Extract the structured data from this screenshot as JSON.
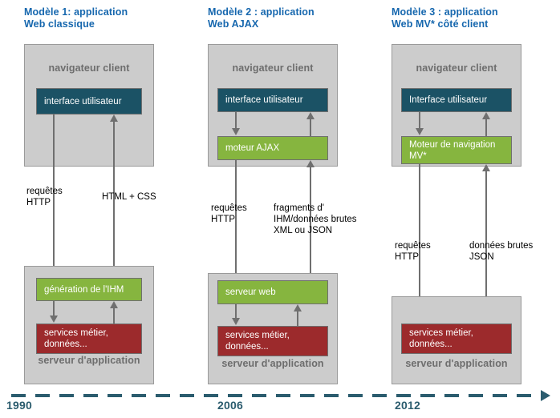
{
  "diagram": {
    "background_color": "#ffffff",
    "palette": {
      "title_blue": "#1667ae",
      "container_grey": "#cccccc",
      "container_label_grey": "#6d6d6d",
      "teal": "#1b5265",
      "green": "#86b53f",
      "red": "#9c2a2c",
      "connector_grey": "#6f6f6f",
      "timeline_teal": "#2b5c6e"
    }
  },
  "columns": [
    {
      "title": "Modèle 1: application\nWeb classique",
      "year": "1990",
      "client": {
        "label": "navigateur client",
        "components": [
          {
            "name": "interface utilisateur",
            "color": "teal"
          }
        ]
      },
      "server": {
        "label": "serveur d'application",
        "components": [
          {
            "name": "génération de l'IHM",
            "color": "green"
          },
          {
            "name": "services métier,\ndonnées...",
            "color": "red"
          }
        ]
      },
      "flows": [
        {
          "name": "requêtes\nHTTP",
          "direction": "down"
        },
        {
          "name": "HTML + CSS",
          "direction": "up"
        }
      ]
    },
    {
      "title": "Modèle 2 : application\nWeb AJAX",
      "year": "2006",
      "client": {
        "label": "navigateur client",
        "components": [
          {
            "name": "interface utilisateur",
            "color": "teal"
          },
          {
            "name": "moteur AJAX",
            "color": "green"
          }
        ]
      },
      "server": {
        "label": "serveur d'application",
        "components": [
          {
            "name": "serveur web",
            "color": "green"
          },
          {
            "name": "services métier,\ndonnées...",
            "color": "red"
          }
        ]
      },
      "flows": [
        {
          "name": "requêtes\nHTTP",
          "direction": "down"
        },
        {
          "name": "fragments d'\nIHM/données brutes\nXML ou JSON",
          "direction": "up"
        }
      ]
    },
    {
      "title": "Modèle 3 : application\nWeb MV* côté client",
      "year": "2012",
      "client": {
        "label": "navigateur client",
        "components": [
          {
            "name": "Interface utilisateur",
            "color": "teal"
          },
          {
            "name": "Moteur de navigation\nMV*",
            "color": "green"
          }
        ]
      },
      "server": {
        "label": "serveur d'application",
        "components": [
          {
            "name": "services métier,\ndonnées...",
            "color": "red"
          }
        ]
      },
      "flows": [
        {
          "name": "requêtes\nHTTP",
          "direction": "down"
        },
        {
          "name": "données brutes\nJSON",
          "direction": "up"
        }
      ]
    }
  ]
}
